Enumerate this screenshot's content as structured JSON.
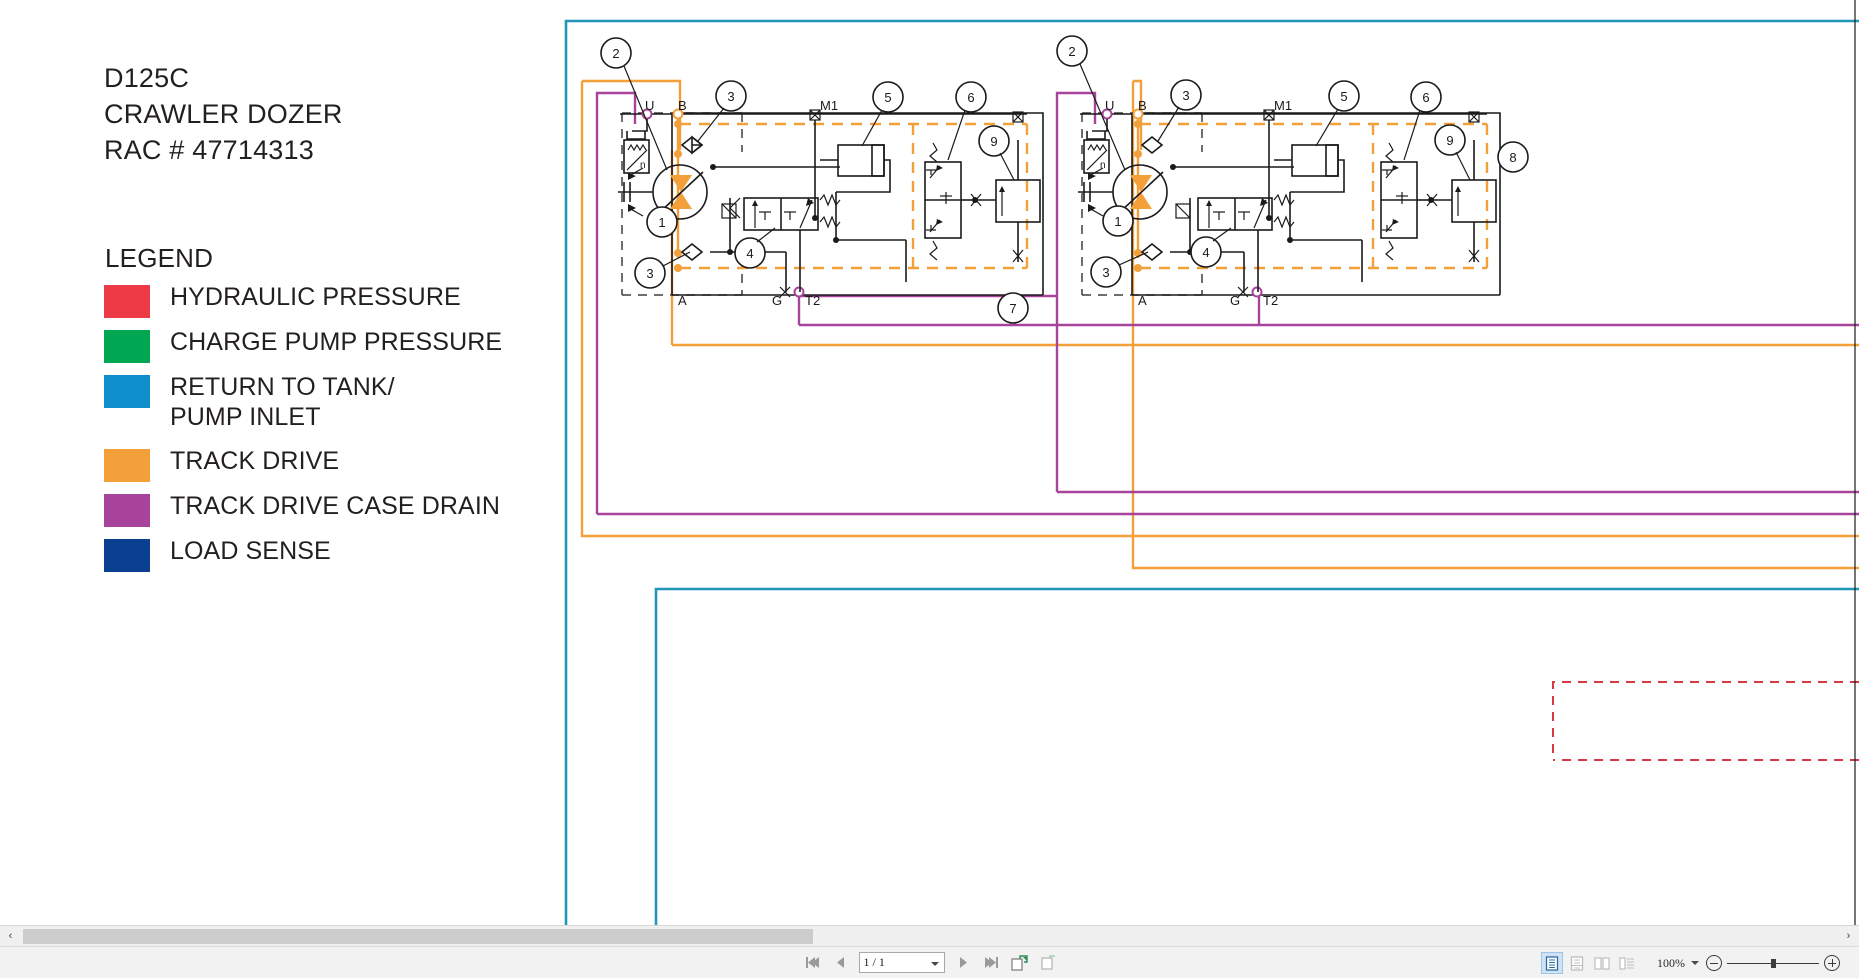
{
  "document": {
    "title_lines": [
      "D125C",
      "CRAWLER DOZER",
      "RAC # 47714313"
    ],
    "legend_heading": "LEGEND",
    "legend": [
      {
        "label": "HYDRAULIC PRESSURE",
        "color": "#ec3a47"
      },
      {
        "label": "CHARGE PUMP PRESSURE",
        "color": "#00a651"
      },
      {
        "label": "RETURN TO TANK/\nPUMP INLET",
        "color": "#0e8ecb"
      },
      {
        "label": "TRACK DRIVE",
        "color": "#f4a03a"
      },
      {
        "label": "TRACK DRIVE CASE DRAIN",
        "color": "#a8439b"
      },
      {
        "label": "LOAD SENSE",
        "color": "#0b3f8f"
      }
    ]
  },
  "schematic": {
    "line_colors": {
      "hydraulic_pressure": "#ec3a47",
      "charge_pump_pressure": "#00a651",
      "return_to_tank": "#0e8ecb",
      "track_drive": "#f4a03a",
      "case_drain": "#a8439b",
      "load_sense": "#0b3f8f",
      "schematic_black": "#1a1a1a",
      "schematic_gray": "#3f3f3f"
    },
    "circuits": [
      {
        "name": "left-track-drive-circuit",
        "port_labels": [
          "U",
          "B",
          "M1",
          "A",
          "G",
          "T2"
        ],
        "callouts": [
          "2",
          "3",
          "5",
          "6",
          "9",
          "1",
          "4",
          "3",
          "7"
        ]
      },
      {
        "name": "right-track-drive-circuit",
        "port_labels": [
          "U",
          "B",
          "M1",
          "A",
          "G",
          "T2"
        ],
        "callouts": [
          "2",
          "3",
          "5",
          "6",
          "9",
          "1",
          "4",
          "3",
          "8"
        ]
      }
    ],
    "callout_numbers": [
      "1",
      "2",
      "3",
      "4",
      "5",
      "6",
      "7",
      "8",
      "9"
    ]
  },
  "scrollbar": {
    "left_arrow": "‹",
    "right_arrow": "›"
  },
  "toolbar": {
    "first_page_label": "⏮",
    "prev_page_label": "◀",
    "page_value": "1 / 1",
    "next_page_label": "▶",
    "last_page_label": "⏭",
    "fit_page_label": "fit-page",
    "fit_width_label": "fit-width",
    "view_modes": [
      "single-page",
      "continuous",
      "two-up",
      "two-up-cover"
    ],
    "active_view_mode": "single-page",
    "zoom_level": "100%",
    "zoom_out_label": "−",
    "zoom_in_label": "+"
  }
}
